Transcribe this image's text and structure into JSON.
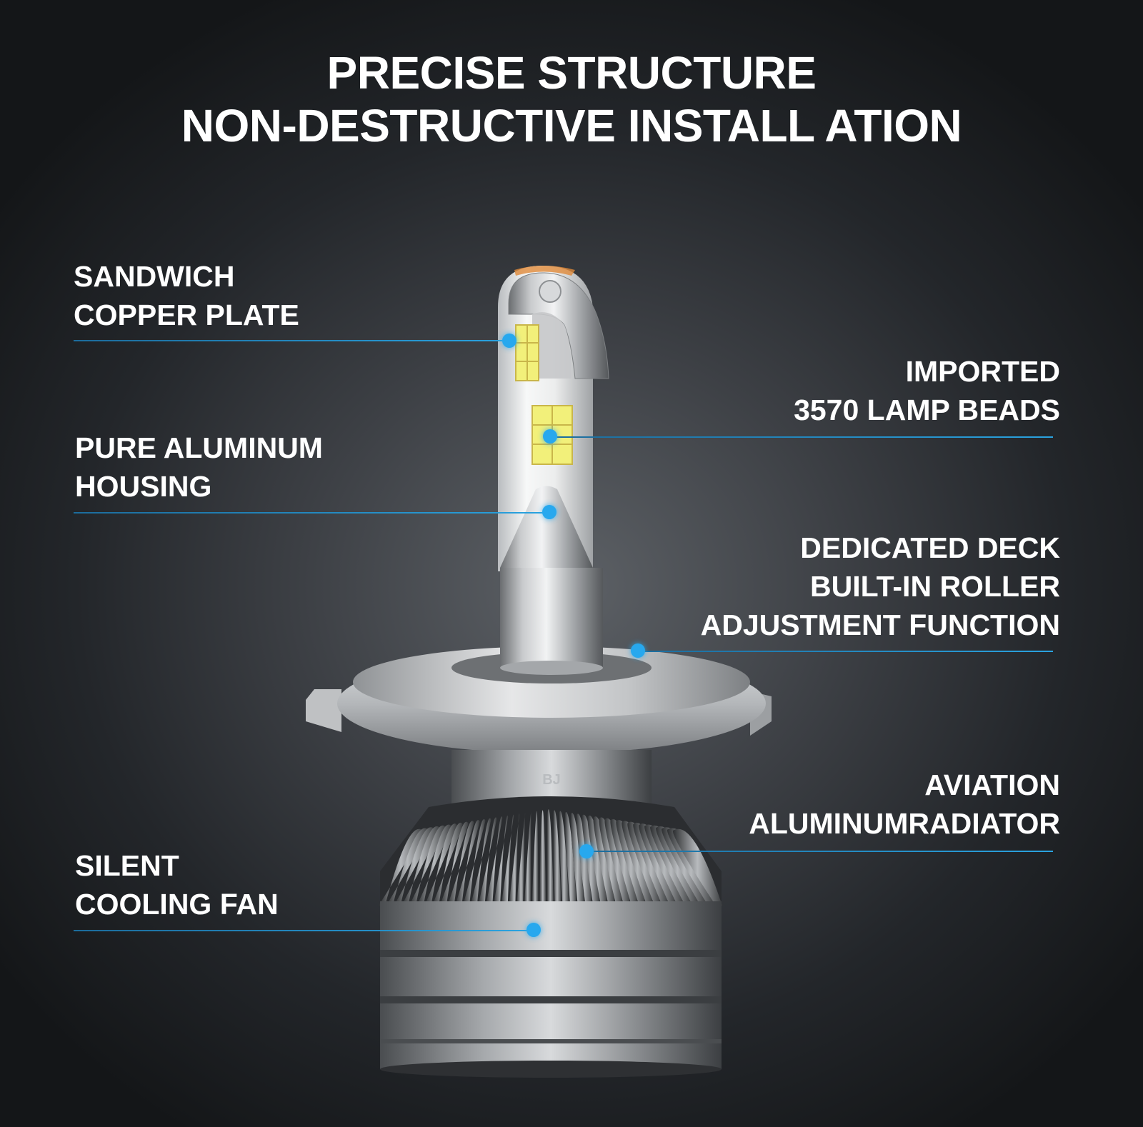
{
  "title": {
    "line1": "PRECISE STRUCTURE",
    "line2": "NON-DESTRUCTIVE INSTALL ATION"
  },
  "callouts": [
    {
      "id": "sandwich-copper-plate",
      "lines": [
        "SANDWICH",
        "COPPER PLATE"
      ]
    },
    {
      "id": "pure-aluminum-housing",
      "lines": [
        "PURE ALUMINUM",
        "HOUSING"
      ]
    },
    {
      "id": "silent-cooling-fan",
      "lines": [
        "SILENT",
        "COOLING FAN"
      ]
    },
    {
      "id": "imported-lamp-beads",
      "lines": [
        "IMPORTED",
        "3570 LAMP BEADS"
      ]
    },
    {
      "id": "dedicated-deck",
      "lines": [
        "DEDICATED DECK",
        "BUILT-IN ROLLER",
        "ADJUSTMENT FUNCTION"
      ]
    },
    {
      "id": "aviation-radiator",
      "lines": [
        "AVIATION",
        "ALUMINUMRADIATOR"
      ]
    }
  ],
  "product": {
    "engraving": "BJ"
  },
  "colors": {
    "background_center": "#5d6166",
    "background_edge": "#141618",
    "accent": "#27a8ee",
    "text": "#ffffff",
    "led": "#f2f07a"
  }
}
